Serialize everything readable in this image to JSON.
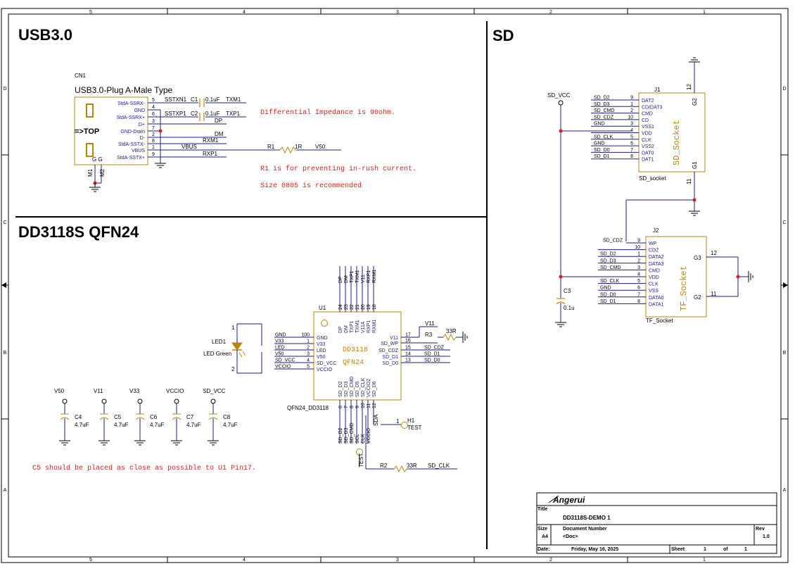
{
  "colors": {
    "border": "#000000",
    "wire": "#1a1a8c",
    "part": "#b8860b",
    "heading": "#1f8a1f",
    "note": "#d42020",
    "junction": "#d42020",
    "pin_text": "#1a1a8c"
  },
  "border": {
    "col_labels": [
      "5",
      "4",
      "3",
      "2",
      "1"
    ],
    "row_labels": [
      "D",
      "C",
      "B",
      "A"
    ]
  },
  "sections": {
    "usb": "USB3.0",
    "sd": "SD",
    "dd": "DD3118S  QFN24"
  },
  "cn1": {
    "ref": "CN1",
    "name": "USB3.0-Plug A-Male Type",
    "top_text": "=>TOP",
    "og_text": "G G",
    "m1": "M1",
    "m2": "M2",
    "pins": [
      {
        "num": "5",
        "name": "StdA-SSRX-"
      },
      {
        "num": "4",
        "name": "GND"
      },
      {
        "num": "6",
        "name": "StdA-SSRX+"
      },
      {
        "num": "3",
        "name": "D+"
      },
      {
        "num": "7",
        "name": "GND-Drain"
      },
      {
        "num": "2",
        "name": "D-"
      },
      {
        "num": "8",
        "name": "StdA-SSTX-"
      },
      {
        "num": "1",
        "name": "VBUS"
      },
      {
        "num": "9",
        "name": "StdA-SSTX+"
      }
    ],
    "nets": [
      "SSTXN1",
      "SSTXP1",
      "DP",
      "DM",
      "RXM1",
      "VBUS",
      "RXP1"
    ],
    "c1": {
      "ref": "C1",
      "value": "0.1uF",
      "net": "TXM1"
    },
    "c2": {
      "ref": "C2",
      "value": "0.1uF",
      "net": "TXP1"
    },
    "r1": {
      "ref": "R1",
      "value": "1R",
      "net": "V50"
    }
  },
  "notes": {
    "diff": "Differential Impedance is 90ohm.",
    "r1": "R1 is for preventing in-rush current.",
    "size": "Size 0805 is recommended",
    "c5": "C5 should be placed as close as possible to U1 Pin17."
  },
  "j1": {
    "ref": "J1",
    "part_name": "SD_Socket",
    "footprint": "SD_socket",
    "net_vcc": "SD_VCC",
    "g1_num": "11",
    "g2_num": "12",
    "g1": "G1",
    "g2": "G2",
    "pins": [
      {
        "net": "SD_D2",
        "num": "9",
        "name": "DAT2"
      },
      {
        "net": "SD_D3",
        "num": "1",
        "name": "CD/DAT3"
      },
      {
        "net": "SD_CMD",
        "num": "2",
        "name": "CMD"
      },
      {
        "net": "SD_CDZ",
        "num": "10",
        "name": "CD"
      },
      {
        "net": "GND",
        "num": "3",
        "name": "VSS1"
      },
      {
        "net": "",
        "num": "4",
        "name": "VDD"
      },
      {
        "net": "SD_CLK",
        "num": "5",
        "name": "CLK"
      },
      {
        "net": "GND",
        "num": "6",
        "name": "VSS2"
      },
      {
        "net": "SD_D0",
        "num": "7",
        "name": "DAT0"
      },
      {
        "net": "SD_D1",
        "num": "8",
        "name": "DAT1"
      }
    ]
  },
  "j2": {
    "ref": "J2",
    "part_name": "TF_Socket",
    "footprint": "TF_Socket",
    "g3": "G3",
    "g2": "G2",
    "g3_num": "12",
    "g2_num": "11",
    "pins": [
      {
        "net": "SD_CDZ",
        "num": "9",
        "name": "WP"
      },
      {
        "net": "",
        "num": "10",
        "name": "CDZ"
      },
      {
        "net": "SD_D2",
        "num": "1",
        "name": "DATA2"
      },
      {
        "net": "SD_D3",
        "num": "2",
        "name": "DATA3"
      },
      {
        "net": "SD_CMD",
        "num": "3",
        "name": "CMD"
      },
      {
        "net": "",
        "num": "4",
        "name": "VDD"
      },
      {
        "net": "SD_CLK",
        "num": "5",
        "name": "CLK"
      },
      {
        "net": "GND",
        "num": "6",
        "name": "VSS"
      },
      {
        "net": "SD_D0",
        "num": "7",
        "name": "DATA0"
      },
      {
        "net": "SD_D1",
        "num": "8",
        "name": "DATA1"
      }
    ]
  },
  "c3": {
    "ref": "C3",
    "value": "0.1u"
  },
  "u1": {
    "ref": "U1",
    "chip": "DD3118",
    "package": "QFN24",
    "footprint": "QFN24_DD3118",
    "left_pins": [
      {
        "net": "GND",
        "num": "100",
        "name": "GND"
      },
      {
        "net": "V33",
        "num": "1",
        "name": "V33"
      },
      {
        "net": "LED",
        "num": "2",
        "name": "LED"
      },
      {
        "net": "V50",
        "num": "3",
        "name": "V50"
      },
      {
        "net": "SD_VCC",
        "num": "4",
        "name": "SD_VCC"
      },
      {
        "net": "VCCIO",
        "num": "5",
        "name": "VCCIO"
      }
    ],
    "right_pins": [
      {
        "net": "V11",
        "num": "17",
        "name": "V11"
      },
      {
        "net": "",
        "num": "16",
        "name": "SD_WP"
      },
      {
        "net": "SD_CDZ",
        "num": "15",
        "name": "SD_CDZ"
      },
      {
        "net": "SD_D1",
        "num": "14",
        "name": "SD_D1"
      },
      {
        "net": "SD_D0",
        "num": "13",
        "name": "SD_D0"
      }
    ],
    "top_pins": [
      {
        "net": "DP",
        "num": "24",
        "name": "DP"
      },
      {
        "net": "DM",
        "num": "23",
        "name": "DM"
      },
      {
        "net": "TXP1",
        "num": "22",
        "name": "TXP1"
      },
      {
        "net": "TXM1",
        "num": "21",
        "name": "TXM1"
      },
      {
        "net": "V11",
        "num": "20",
        "name": "V11A"
      },
      {
        "net": "RXP1",
        "num": "19",
        "name": "RXP1"
      },
      {
        "net": "RXM1",
        "num": "18",
        "name": "RXM1"
      }
    ],
    "bottom_pins": [
      {
        "net": "SD_D2",
        "num": "6",
        "name": "SD_D2"
      },
      {
        "net": "SD_D3",
        "num": "7",
        "name": "SD_D3"
      },
      {
        "net": "SD_CMD",
        "num": "8",
        "name": "SD_CMD"
      },
      {
        "net": "SCL",
        "num": "9",
        "name": "SD_D5"
      },
      {
        "net": "CLK",
        "num": "10",
        "name": "SD_CLK"
      },
      {
        "net": "VCCIO",
        "num": "11",
        "name": "VCCIO2"
      },
      {
        "net": "",
        "num": "12",
        "name": "SD_D6"
      }
    ],
    "sda_label": "SDA"
  },
  "led1": {
    "ref": "LED1",
    "name": "LED Green",
    "pin1": "1",
    "pin2": "2"
  },
  "r3": {
    "ref": "R3",
    "value": "33R",
    "net": "V11"
  },
  "r2": {
    "ref": "R2",
    "value": "33R",
    "net": "SD_CLK"
  },
  "h1": {
    "ref": "H1",
    "label": "TEST",
    "pin": "1"
  },
  "test2": {
    "label": "TEST"
  },
  "caps": [
    {
      "net": "V50",
      "ref": "C4",
      "value": "4.7uF"
    },
    {
      "net": "V11",
      "ref": "C5",
      "value": "4.7uF"
    },
    {
      "net": "V33",
      "ref": "C6",
      "value": "4.7uF"
    },
    {
      "net": "VCCIO",
      "ref": "C7",
      "value": "4.7uF"
    },
    {
      "net": "SD_VCC",
      "ref": "C8",
      "value": "4.7uF"
    }
  ],
  "title_block": {
    "company": "Angerui",
    "title_label": "Title",
    "title": "DD3118S-DEMO 1",
    "size_label": "Size",
    "size": "A4",
    "docnum_label": "Document Number",
    "docnum": "<Doc>",
    "rev_label": "Rev",
    "rev": "1.0",
    "date_label": "Date:",
    "date": "Friday, May 16, 2025",
    "sheet_label": "Sheet",
    "sheet": "1",
    "of_label": "of",
    "of": "1"
  }
}
